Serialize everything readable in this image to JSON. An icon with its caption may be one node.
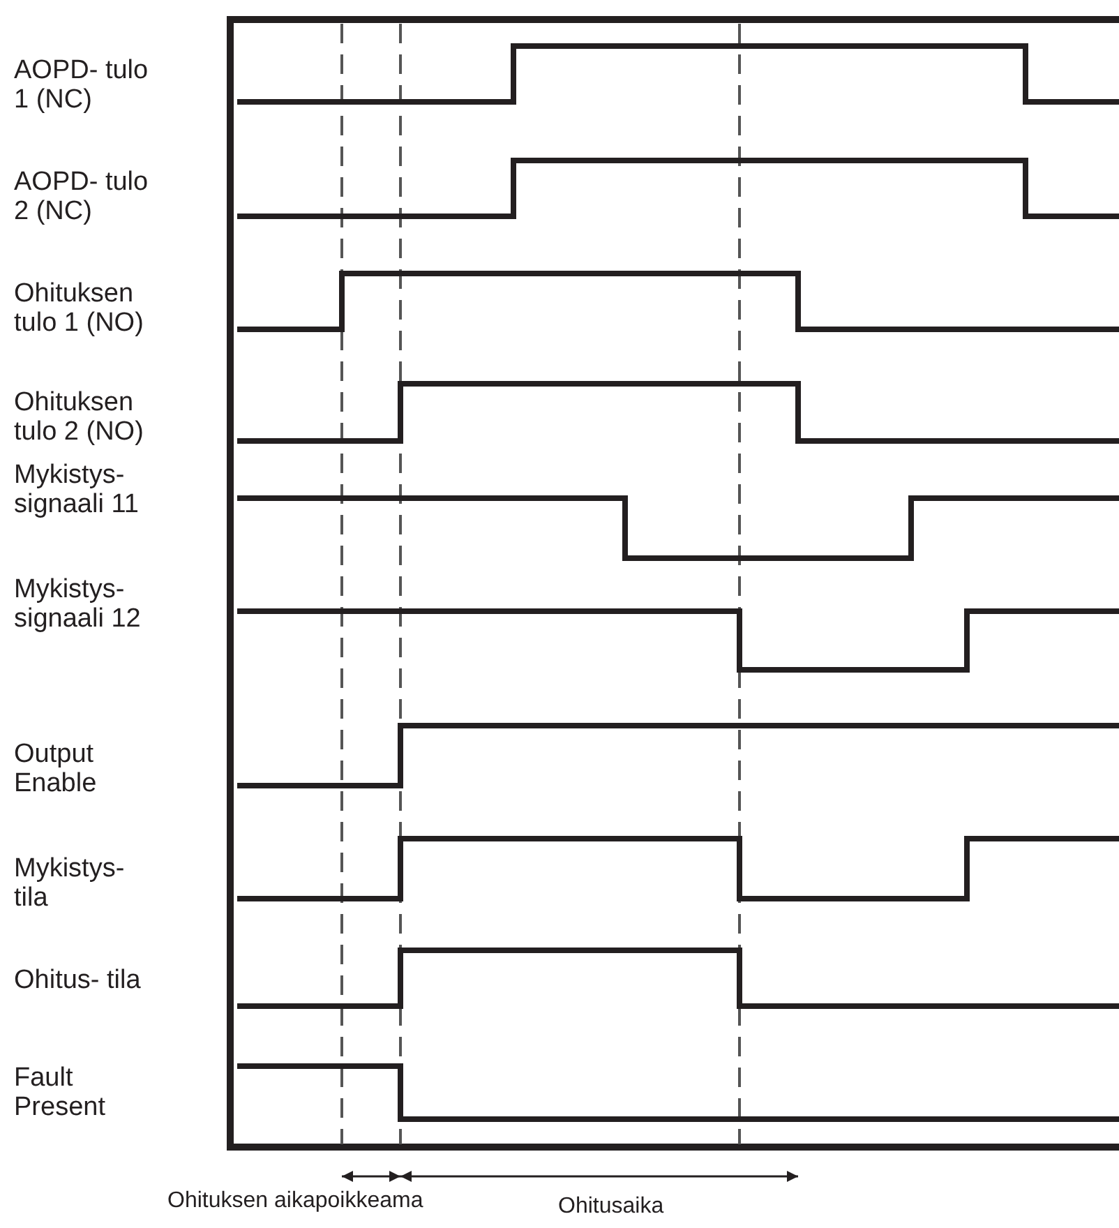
{
  "diagram": {
    "labels": [
      "AOPD- tulo 1 (NC)",
      "AOPD- tulo 2 (NC)",
      "Ohituksen tulo 1 (NO)",
      "Ohituksen tulo 2 (NO)",
      "Mykistys- signaali 11",
      "Mykistys- signaali 12",
      "Output Enable",
      "Mykistys- tila",
      "Ohitus- tila",
      "Fault Present",
      "Ohituksen aikapoikkeama",
      "Ohitusaika"
    ]
  }
}
